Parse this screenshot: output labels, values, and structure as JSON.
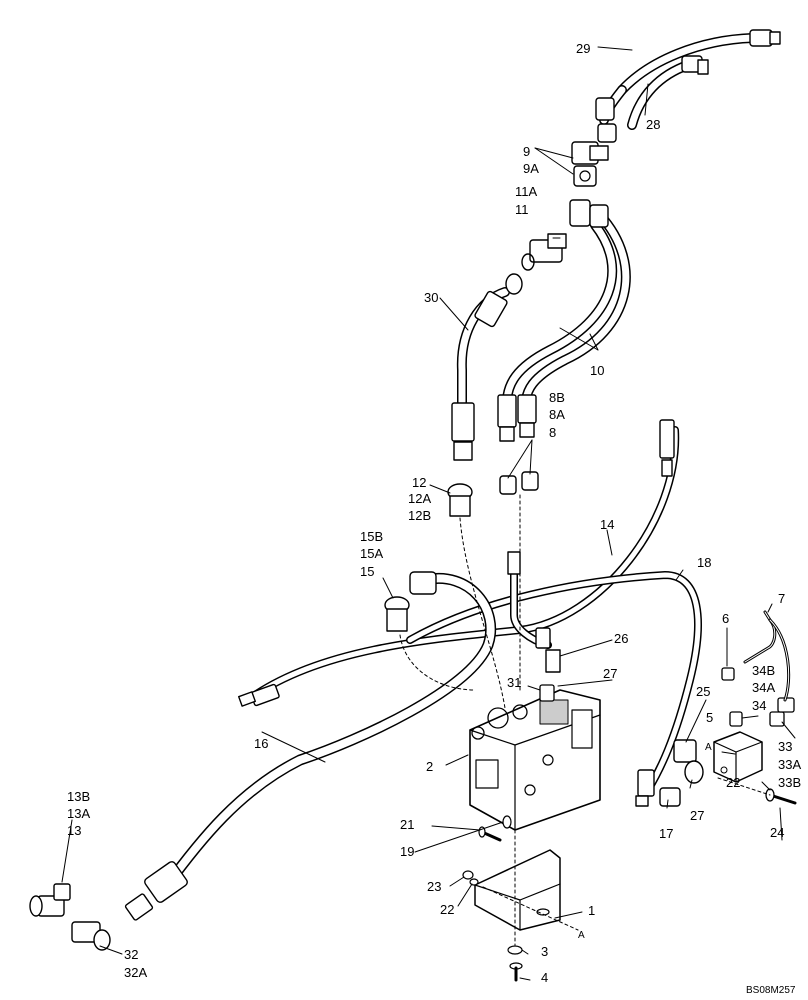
{
  "diagram": {
    "drawing_code": "BS08M257",
    "callouts": {
      "c29": "29",
      "c28": "28",
      "c9": "9",
      "c9A": "9A",
      "c11A": "11A",
      "c11": "11",
      "c30": "30",
      "c10": "10",
      "c8B": "8B",
      "c8A": "8A",
      "c8": "8",
      "c12": "12",
      "c12A": "12A",
      "c12B": "12B",
      "c14": "14",
      "c18": "18",
      "c15B": "15B",
      "c15A": "15A",
      "c15": "15",
      "c6": "6",
      "c7": "7",
      "c26": "26",
      "c27a": "27",
      "c31": "31",
      "c34B": "34B",
      "c34A": "34A",
      "c34": "34",
      "c25": "25",
      "c5": "5",
      "cA1": "A",
      "c33": "33",
      "c33A": "33A",
      "c33B": "33B",
      "c16": "16",
      "c2": "2",
      "c27b": "27",
      "c17": "17",
      "c22a": "22",
      "c24": "24",
      "c13B": "13B",
      "c13A": "13A",
      "c13": "13",
      "c21": "21",
      "c19": "19",
      "c23": "23",
      "c22b": "22",
      "c1": "1",
      "cA2": "A",
      "c32": "32",
      "c32A": "32A",
      "c3": "3",
      "c4": "4"
    }
  }
}
